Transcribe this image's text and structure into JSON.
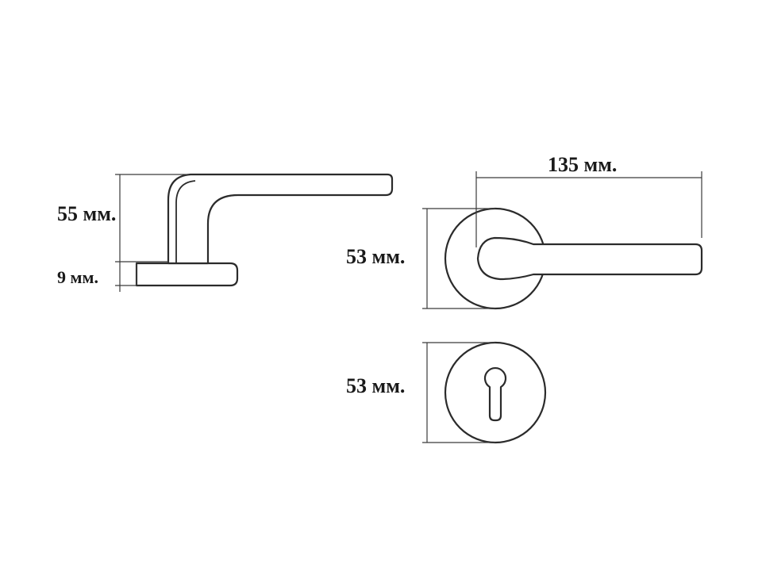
{
  "dimensions": {
    "side_height": "55 мм.",
    "rose_thickness": "9 мм.",
    "handle_length": "135 мм.",
    "rose_diameter": "53 мм.",
    "escutcheon_diameter": "53 мм."
  },
  "views": [
    "handle-side-view",
    "handle-front-view",
    "escutcheon-front-view"
  ]
}
